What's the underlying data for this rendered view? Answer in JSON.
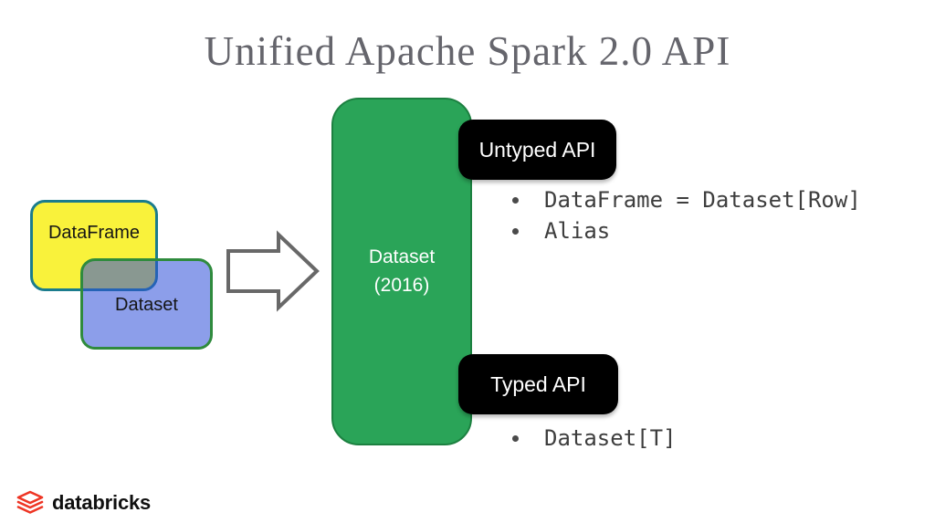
{
  "slide": {
    "title": "Unified Apache Spark 2.0 API",
    "venn": {
      "dataframe_label": "DataFrame",
      "dataset_label": "Dataset"
    },
    "green_box": {
      "line1": "Dataset",
      "line2": "(2016)"
    },
    "untyped_api": {
      "badge_label": "Untyped API",
      "bullets": [
        "DataFrame = Dataset[Row]",
        "Alias"
      ]
    },
    "typed_api": {
      "badge_label": "Typed API",
      "bullets": [
        "Dataset[T]"
      ]
    },
    "footer": {
      "brand": "databricks"
    },
    "colors": {
      "title_gray": "#65656C",
      "dataframe_fill": "#F9F23B",
      "dataframe_border": "#1B7C8D",
      "dataset_fill": "#8C9EEA",
      "dataset_border": "#2F8B3D",
      "overlap": "#8C9E8E",
      "green_box_fill": "#2AA458",
      "green_box_border": "#1C8040",
      "badge_bg": "#000000",
      "badge_text": "#FFFFFF",
      "bullet_text": "#3E3E3E",
      "brand_red": "#EE3524",
      "arrow_outline": "#686868"
    }
  }
}
